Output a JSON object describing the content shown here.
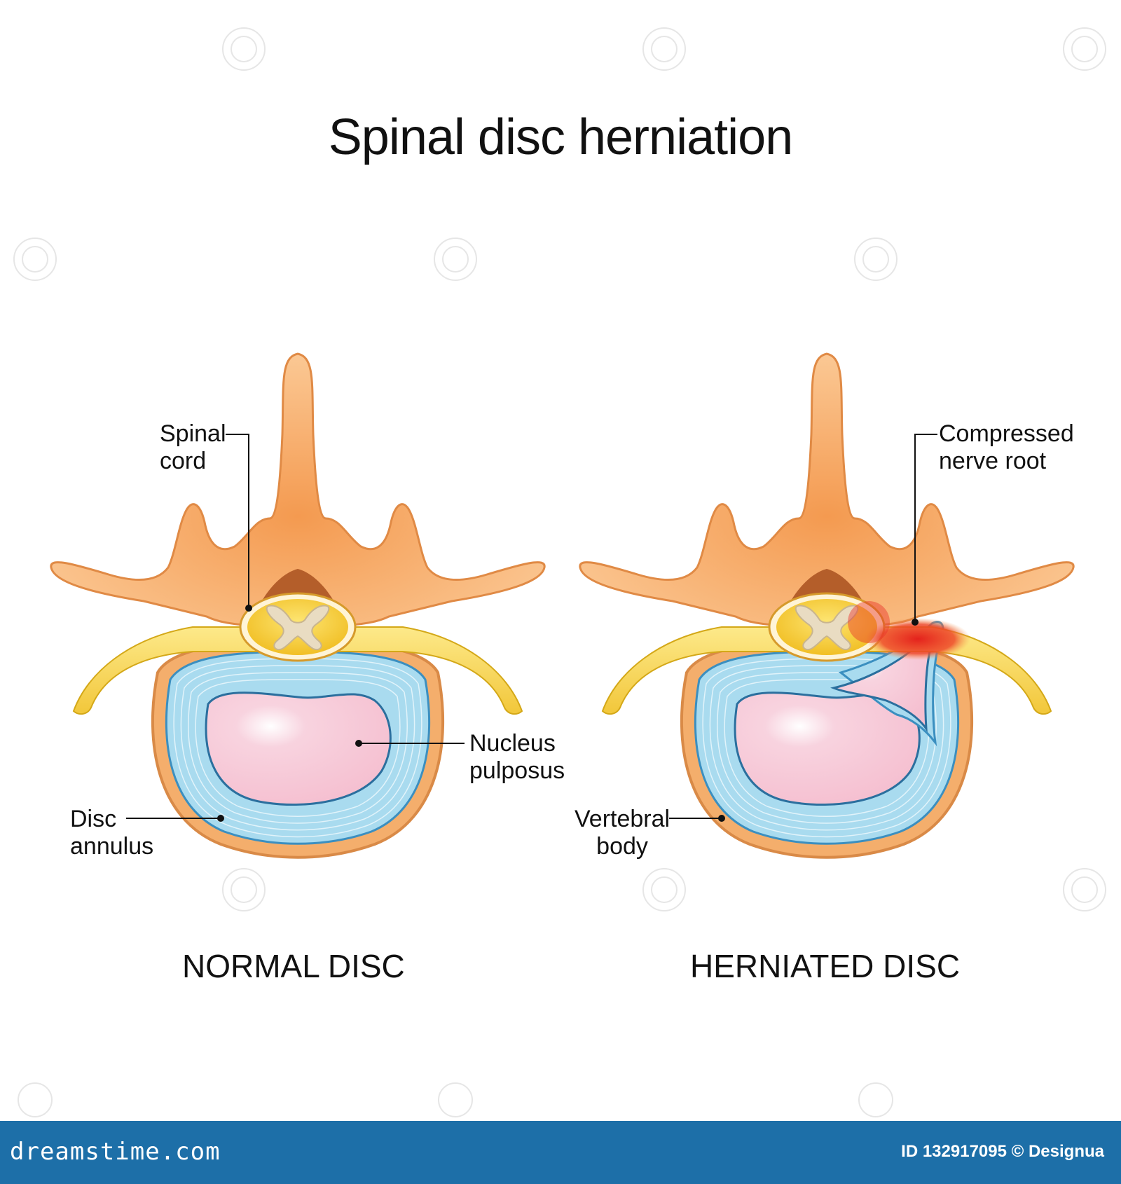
{
  "title": "Spinal disc herniation",
  "normal": {
    "caption": "NORMAL DISC",
    "labels": {
      "spinal_cord": [
        "Spinal",
        "cord"
      ],
      "nucleus_pulposus": [
        "Nucleus",
        "pulposus"
      ],
      "disc_annulus": [
        "Disc",
        "annulus"
      ]
    }
  },
  "herniated": {
    "caption": "HERNIATED DISC",
    "labels": {
      "compressed_nerve_root": [
        "Compressed",
        "nerve root"
      ],
      "vertebral_body": [
        "Vertebral",
        "body"
      ]
    }
  },
  "footer": {
    "brand": "dreamstime.com",
    "credit": "ID 132917095 © Designua",
    "background_color": "#1d6fa8"
  },
  "colors": {
    "bone": "#f4ae6c",
    "bone_light": "#fbd3a8",
    "nerve": "#f7d95a",
    "annulus": "#a9dbef",
    "nucleus": "#f6c7d6",
    "inflamed": "#e8322a"
  }
}
